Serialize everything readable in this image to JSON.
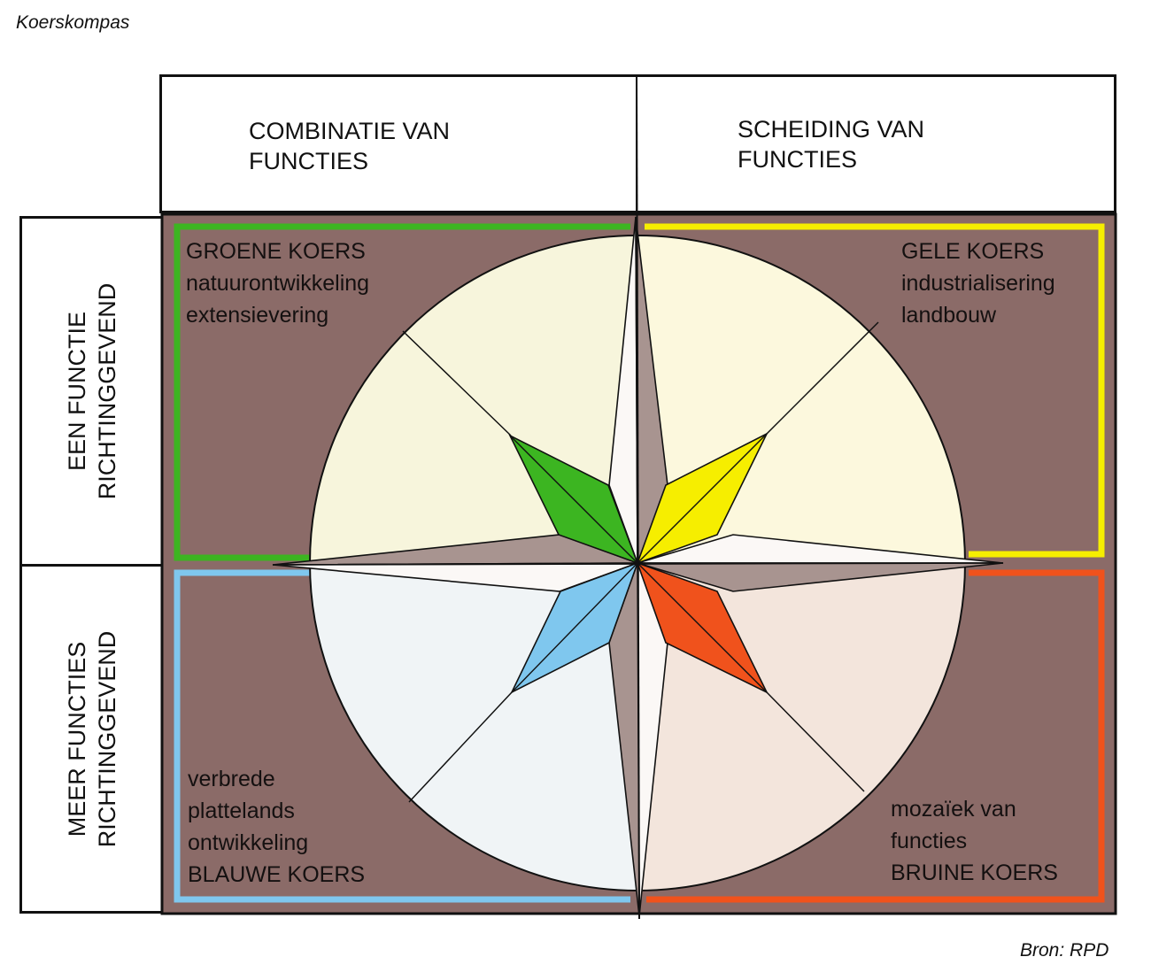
{
  "title": "Koerskompas",
  "source": "Bron: RPD",
  "columns": [
    {
      "label": "COMBINATIE VAN\nFUNCTIES"
    },
    {
      "label": "SCHEIDING VAN\nFUNCTIES"
    }
  ],
  "rows": [
    {
      "label": "EEN FUNCTIE\nRICHTINGGEVEND"
    },
    {
      "label": "MEER FUNCTIES\nRICHTINGGEVEND"
    }
  ],
  "quadrants": {
    "green": {
      "text": "GROENE KOERS\nnatuurontwikkeling\nextensievering",
      "color": "#3cb521"
    },
    "yellow": {
      "text": "GELE KOERS\nindustrialisering\nlandbouw",
      "color": "#f6ee00"
    },
    "blue": {
      "text": "verbrede\nplattelands\nontwikkeling\nBLAUWE KOERS",
      "color": "#7fc7ee"
    },
    "brown": {
      "text": "mozaïek van\nfuncties\nBRUINE KOERS",
      "color": "#f0521c"
    }
  },
  "colors": {
    "background": "#8b6b68",
    "compass_dark": "#a89490",
    "compass_light": "#fbf8f6",
    "fill_green_quadrant": "#f7f5dc",
    "fill_yellow_quadrant": "#fcf8dd",
    "fill_blue_quadrant": "#f0f4f6",
    "fill_brown_quadrant": "#f3e5dc"
  }
}
